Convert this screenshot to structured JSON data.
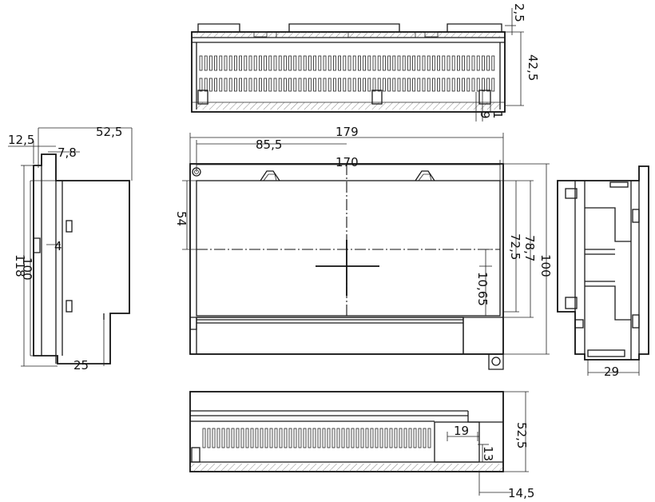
{
  "drawing": {
    "dimensions": {
      "top_depth": "42,5",
      "top_offset": "2,5",
      "top_small_a": "9",
      "top_small_b": "1",
      "left_width": "52,5",
      "left_offset": "12,5",
      "left_small": "7,8",
      "left_total_height": "118",
      "left_inner_height": "100",
      "left_small_gap": "4",
      "left_base": "25",
      "front_total_width": "179",
      "front_half_width": "85,5",
      "front_inner_width": "170",
      "front_window_height": "54",
      "front_height_78": "78,7",
      "front_height_72": "72,5",
      "front_offset": "10,65",
      "front_total_height": "100",
      "right_depth": "29",
      "bottom_depth": "52,5",
      "bottom_slot_w": "19",
      "bottom_slot_h": "13",
      "bottom_offset": "14,5"
    }
  }
}
